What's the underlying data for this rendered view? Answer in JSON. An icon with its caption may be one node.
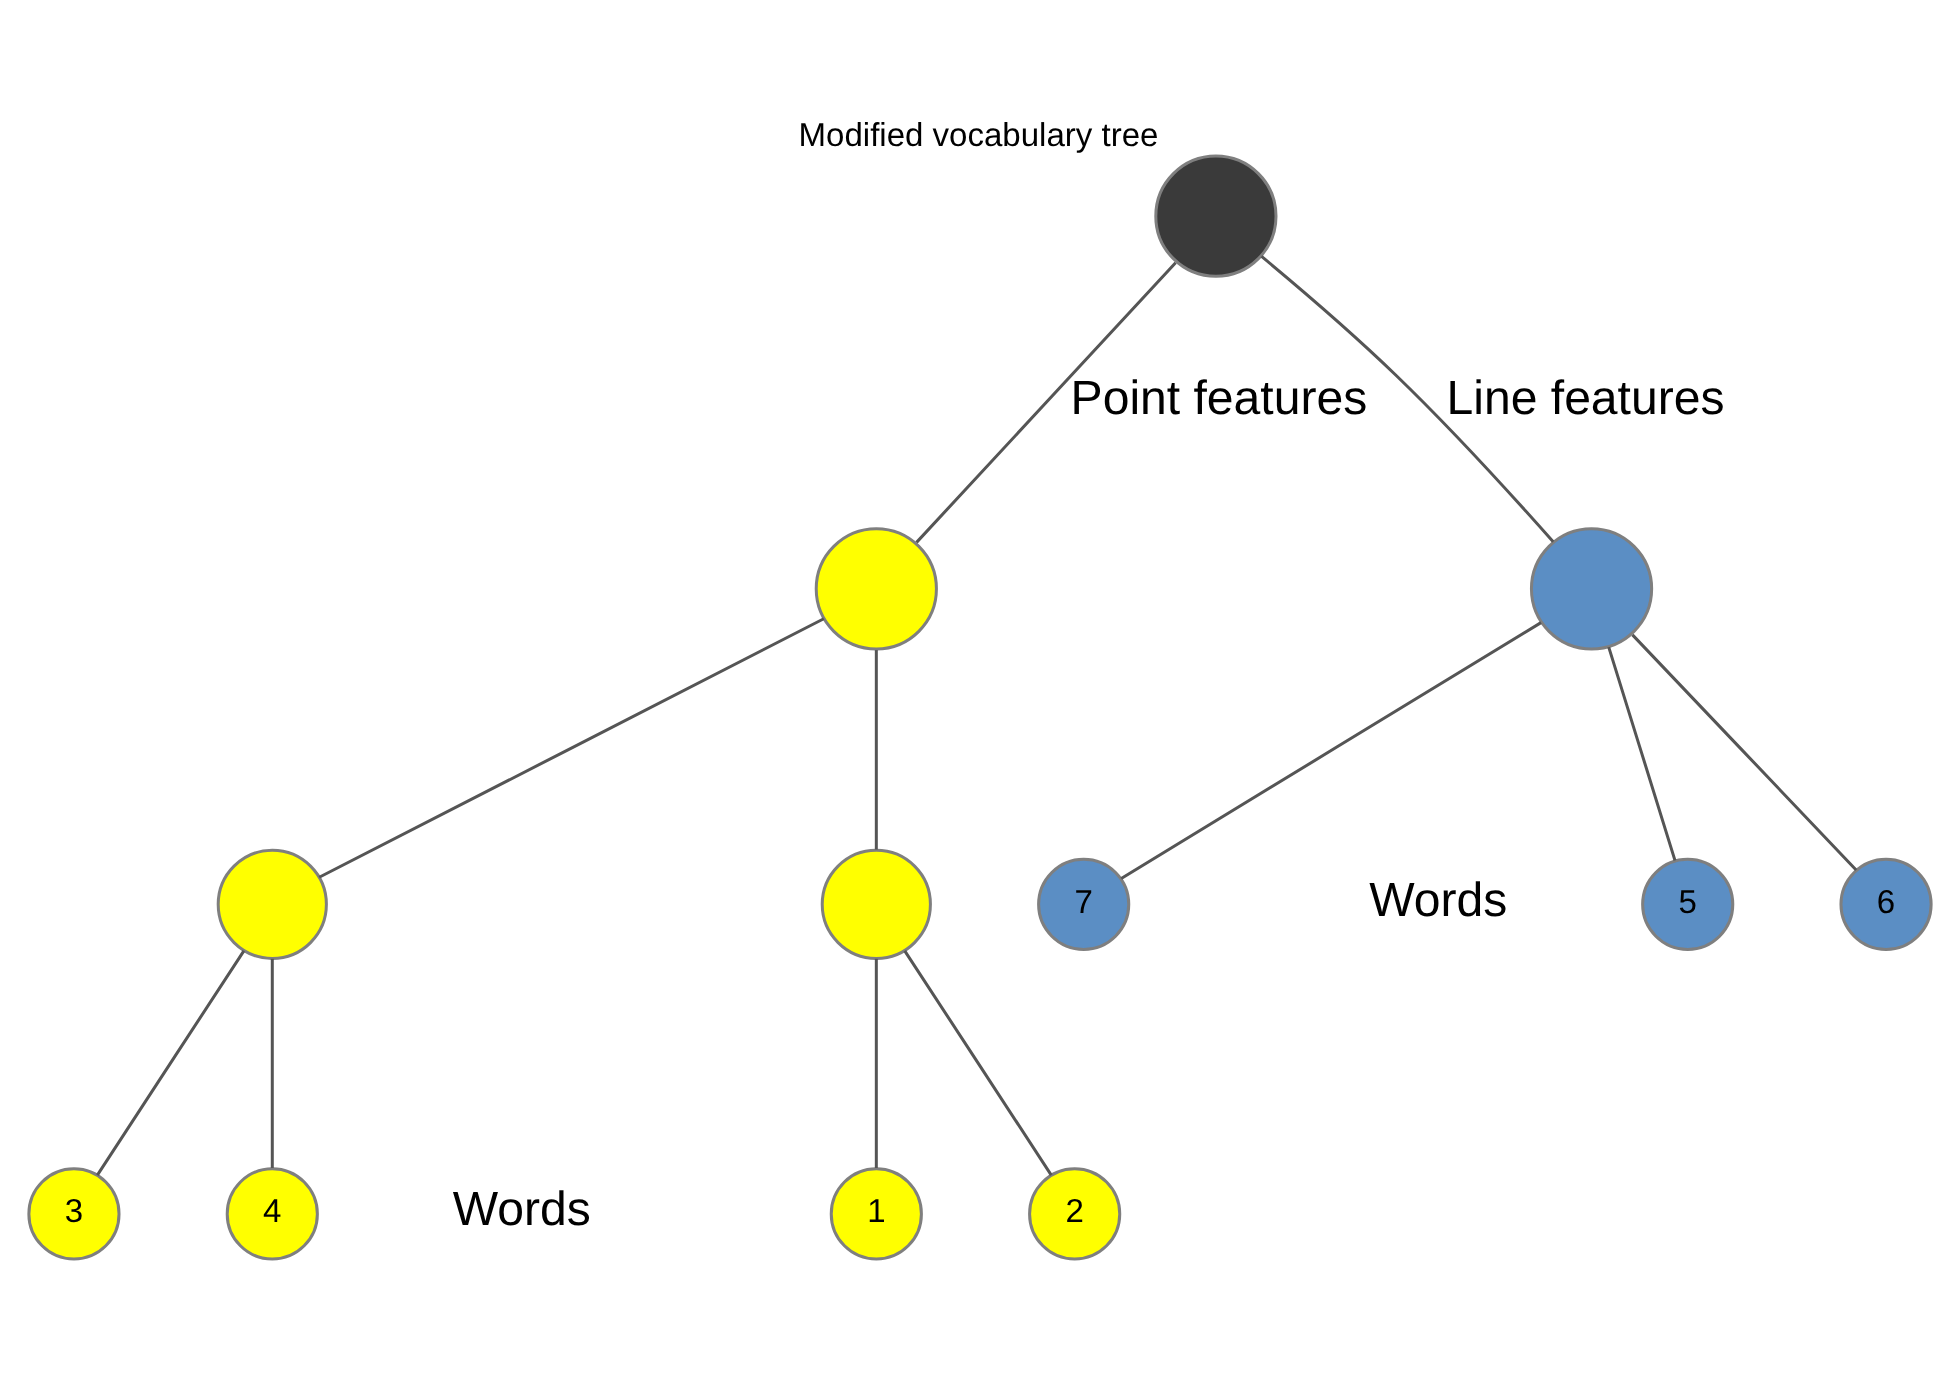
{
  "diagram": {
    "nodes": [
      {
        "text": [
          "Modified vocabulary tree"
        ]
      },
      {
        "text": [],
        "shape": "circle"
      },
      {
        "text": [],
        "shape": "circle"
      },
      {
        "text": [],
        "shape": "circle"
      },
      {
        "text": [],
        "shape": "circle"
      },
      {
        "text": [
          "5"
        ]
      },
      {
        "text": [
          "6"
        ]
      },
      {
        "text": [
          "7"
        ]
      },
      {
        "text": [
          "1"
        ]
      },
      {
        "text": [
          "2"
        ]
      },
      {
        "text": [
          "3"
        ]
      },
      {
        "text": [
          "4"
        ]
      }
    ],
    "edges": [
      {
        "from": 0,
        "to": 1,
        "arrow": "none",
        "label": "Point features"
      },
      {
        "from": 0,
        "to": 2,
        "arrow": "none",
        "label": "Line features"
      },
      {
        "from": 1,
        "to": 3,
        "arrow": "none"
      },
      {
        "from": 1,
        "to": 4,
        "arrow": "none"
      },
      {
        "from": 2,
        "to": 5,
        "arrow": "none"
      },
      {
        "from": 2,
        "to": 6,
        "arrow": "none"
      },
      {
        "from": 2,
        "to": 7,
        "arrow": "none"
      },
      {
        "from": 3,
        "to": 8,
        "arrow": "none"
      },
      {
        "from": 3,
        "to": 9,
        "arrow": "none"
      },
      {
        "from": 4,
        "to": 10,
        "arrow": "none"
      },
      {
        "from": 4,
        "to": 11,
        "arrow": "none"
      }
    ],
    "labels": [
      "Words",
      "Words"
    ]
  }
}
